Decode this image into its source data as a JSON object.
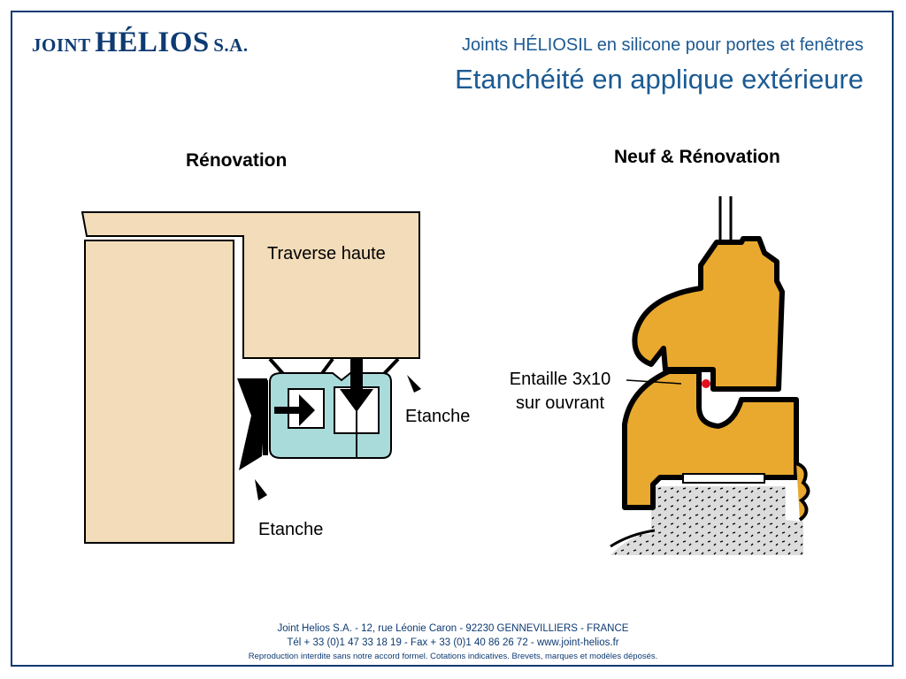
{
  "header": {
    "brand_prefix": "JOINT",
    "brand_name": "HÉLIOS",
    "brand_suffix": "S.A.",
    "subtitle": "Joints HÉLIOSIL en silicone pour portes et fenêtres",
    "title": "Etanchéité en applique extérieure"
  },
  "left_section": {
    "title": "Rénovation",
    "label_traverse": "Traverse haute",
    "label_etanche_right": "Etanche",
    "label_etanche_bottom": "Etanche"
  },
  "right_section": {
    "title": "Neuf & Rénovation",
    "label_entaille_line1": "Entaille 3x10",
    "label_entaille_line2": "sur ouvrant"
  },
  "footer": {
    "line1": "Joint Helios S.A.  -  12, rue Léonie Caron  -  92230 GENNEVILLIERS  -  FRANCE",
    "line2": "Tél + 33 (0)1 47 33 18 19  -  Fax + 33 (0)1 40 86 26 72  -  www.joint-helios.fr",
    "line3": "Reproduction interdite sans notre accord formel. Cotations indicatives. Brevets, marques et modèles déposés."
  },
  "colors": {
    "brand_blue": "#0d3a72",
    "wood": "#f2dcb9",
    "seal": "#a9dbdb",
    "frame_orange": "#e9a92e",
    "marker_red": "#e01020",
    "concrete": "#dcdcdc"
  }
}
